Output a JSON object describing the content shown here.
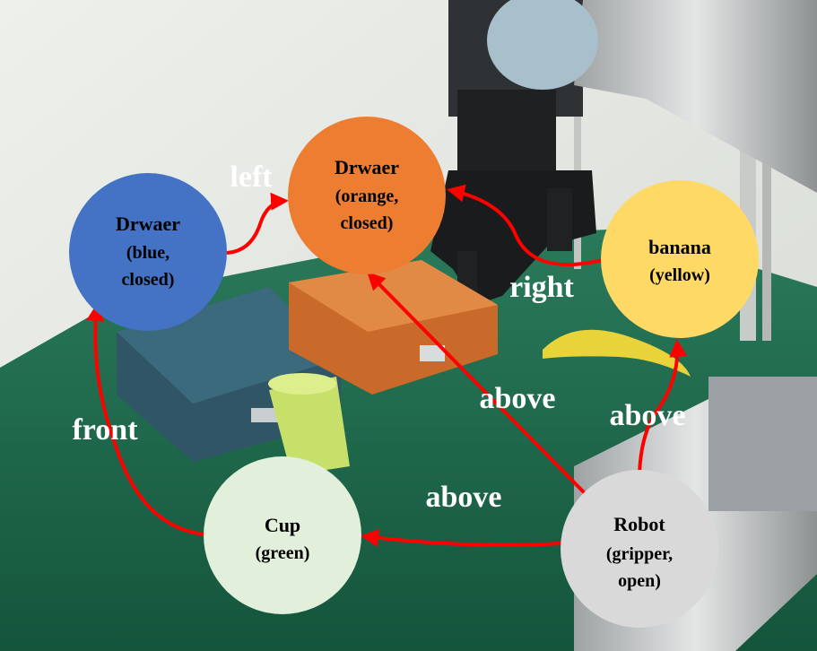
{
  "nodes": {
    "robot": {
      "line1": "Robot",
      "line2": "(gripper,",
      "line3": "open)",
      "color": "#d9d9d9"
    },
    "cup": {
      "line1": "Cup",
      "line2": "(green)",
      "color": "#e2efda"
    },
    "drawer_blue": {
      "line1": "Drwaer",
      "line2": "(blue,",
      "line3": "closed)",
      "color": "#4472c4"
    },
    "drawer_orange": {
      "line1": "Drwaer",
      "line2": "(orange,",
      "line3": "closed)",
      "color": "#ed7d31"
    },
    "banana": {
      "line1": "banana",
      "line2": "(yellow)",
      "color": "#ffd966"
    }
  },
  "edges": {
    "robot_cup": "above",
    "robot_orange": "above",
    "robot_banana": "above",
    "cup_blue": "front",
    "blue_orange": "left",
    "banana_orange": "right"
  },
  "colors": {
    "edge": "#ff0000",
    "table": "#1f6b4f",
    "wall": "#e9ebe6"
  }
}
